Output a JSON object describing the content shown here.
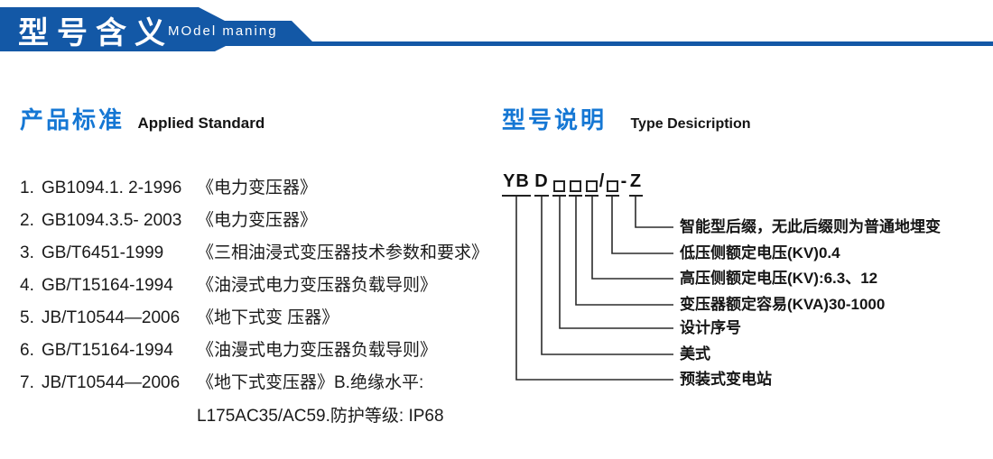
{
  "banner": {
    "title": "型号含义",
    "subtitle": "MOdel maning"
  },
  "colors": {
    "banner_bg": "#1358a6",
    "heading_accent": "#1577d4",
    "text": "#1a1a1a",
    "connector_line": "#2b2b2b"
  },
  "left_section": {
    "heading_cn": "产品标准",
    "heading_en": "Applied Standard",
    "standards": [
      {
        "num": "1.",
        "code": "GB1094.1. 2-1996",
        "desc": "《电力变压器》"
      },
      {
        "num": "2.",
        "code": "GB1094.3.5- 2003",
        "desc": "《电力变压器》"
      },
      {
        "num": "3.",
        "code": "GB/T6451-1999",
        "desc": "《三相油浸式变压器技术参数和要求》"
      },
      {
        "num": "4.",
        "code": "GB/T15164-1994",
        "desc": "《油浸式电力变压器负载导则》"
      },
      {
        "num": "5.",
        "code": "JB/T10544—2006",
        "desc": "《地下式变 压器》"
      },
      {
        "num": "6.",
        "code": "GB/T15164-1994",
        "desc": "《油漫式电力变压器负载导则》"
      },
      {
        "num": "7.",
        "code": "JB/T10544—2006",
        "desc": "《地下式变压器》B.绝缘水平:",
        "desc2": "L175AC35/AC59.防护等级: IP68"
      }
    ]
  },
  "right_section": {
    "heading_cn": "型号说明",
    "heading_en": "Type Desicription",
    "model_code": {
      "prefix": "YB",
      "series": "D",
      "slash": "/",
      "dash": "-",
      "suffix": "Z"
    },
    "labels": [
      {
        "text": "智能型后缀，无此后缀则为普通地埋变"
      },
      {
        "text": "低压侧额定电压(KV)0.4"
      },
      {
        "text": "高压侧额定电压(KV):6.3、12"
      },
      {
        "text": "变压器额定容易(KVA)30-1000"
      },
      {
        "text": "设计序号"
      },
      {
        "text": "美式"
      },
      {
        "text": "预装式变电站"
      }
    ]
  }
}
